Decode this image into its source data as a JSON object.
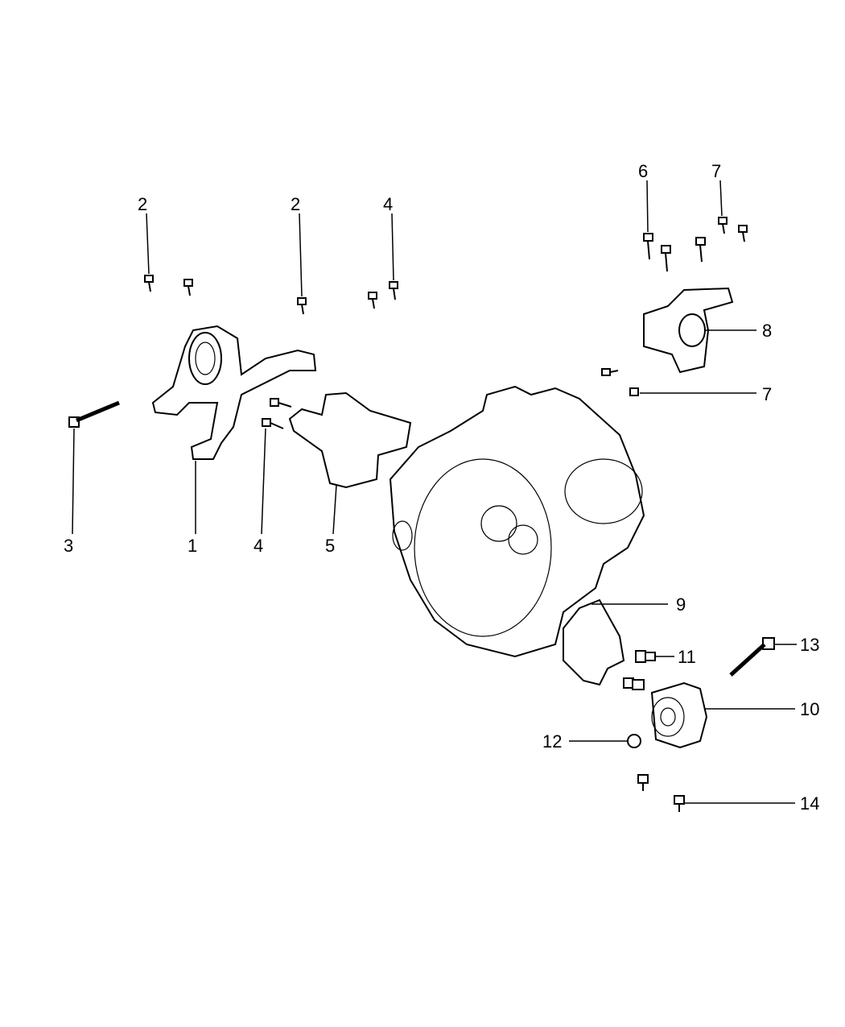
{
  "diagram": {
    "title": "Transaxle mounts exploded parts diagram",
    "callouts": [
      {
        "id": "c1",
        "text": "1"
      },
      {
        "id": "c2a",
        "text": "2"
      },
      {
        "id": "c2b",
        "text": "2"
      },
      {
        "id": "c3",
        "text": "3"
      },
      {
        "id": "c4a",
        "text": "4"
      },
      {
        "id": "c4b",
        "text": "4"
      },
      {
        "id": "c5",
        "text": "5"
      },
      {
        "id": "c6",
        "text": "6"
      },
      {
        "id": "c7a",
        "text": "7"
      },
      {
        "id": "c7b",
        "text": "7"
      },
      {
        "id": "c8",
        "text": "8"
      },
      {
        "id": "c9",
        "text": "9"
      },
      {
        "id": "c10",
        "text": "10"
      },
      {
        "id": "c11",
        "text": "11"
      },
      {
        "id": "c12",
        "text": "12"
      },
      {
        "id": "c13",
        "text": "13"
      },
      {
        "id": "c14",
        "text": "14"
      }
    ]
  }
}
